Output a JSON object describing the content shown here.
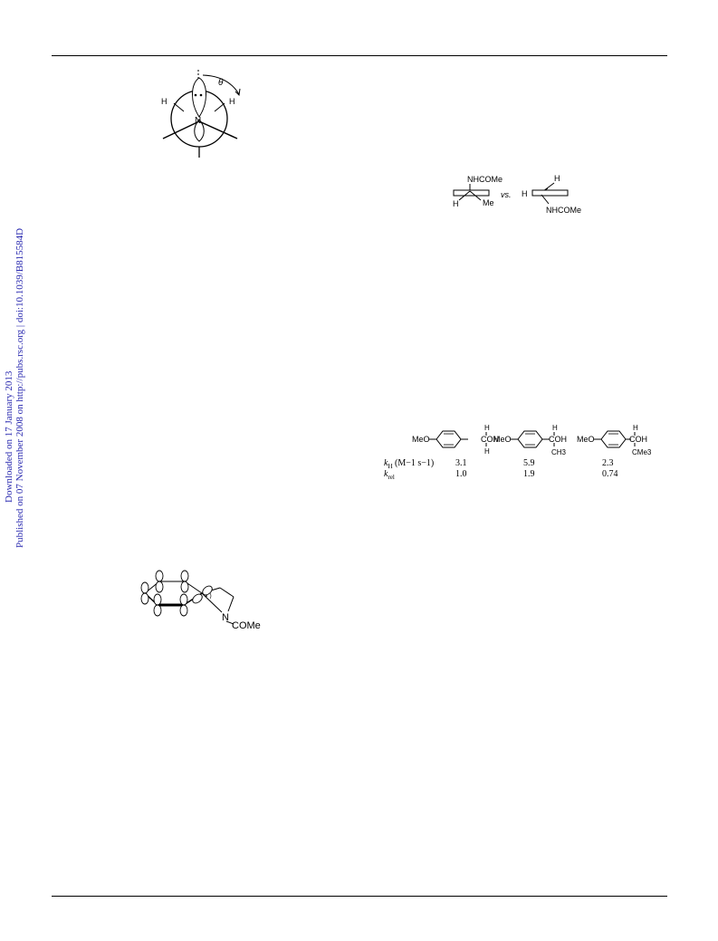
{
  "sidebar": {
    "downloaded": "Downloaded on 17 January 2013",
    "published": "Published on 07 November 2008 on http://pubs.rsc.org | doi:10.1039/B815584D"
  },
  "fig_newman": {
    "theta": "θ",
    "h_left": "H",
    "h_right": "H",
    "n": "N"
  },
  "fig_conformers": {
    "nhcome": "NHCOMe",
    "h": "H",
    "me": "Me",
    "vs": "vs.",
    "h2": "H",
    "h3": "H",
    "nhcome2": "NHCOMe"
  },
  "fig_alcohols": {
    "compounds": [
      {
        "meo": "MeO",
        "h": "H",
        "c_oh": "COH",
        "sub": "H"
      },
      {
        "meo": "MeO",
        "h": "H",
        "c_oh": "COH",
        "sub": "CH3"
      },
      {
        "meo": "MeO",
        "h": "H",
        "c_oh": "COH",
        "sub": "CMe3"
      }
    ]
  },
  "table": {
    "k_label": "k",
    "k_sub": "H",
    "k_units": "(M−1 s−1)",
    "rel_label": "k",
    "rel_sub": "rel",
    "kh_values": [
      "3.1",
      "5.9",
      "2.3"
    ],
    "krel_values": [
      "1.0",
      "1.9",
      "0.74"
    ]
  },
  "fig_bicyclic": {
    "n": "N",
    "come": "COMe"
  }
}
